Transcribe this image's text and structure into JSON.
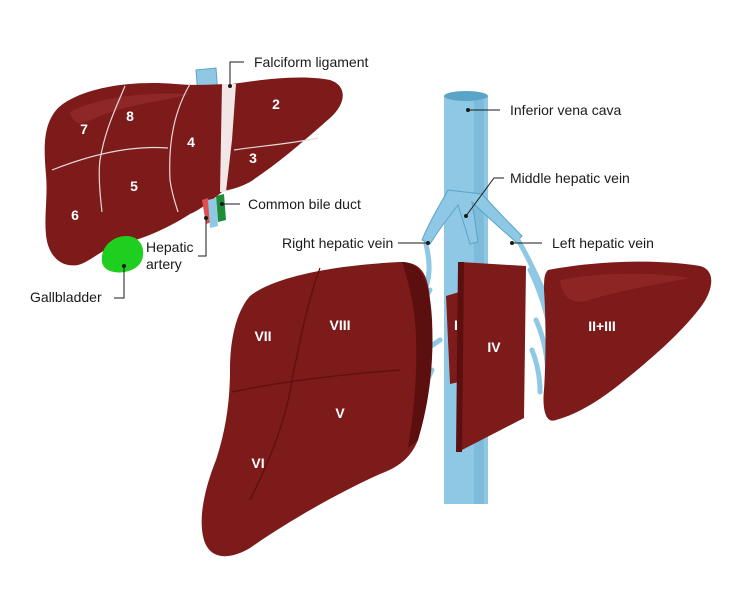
{
  "colors": {
    "liver": "#7d1a1a",
    "liver_dark": "#5c0f0f",
    "liver_light": "#9a3030",
    "vein": "#8ec8e4",
    "vein_dark": "#5aa4c8",
    "gallbladder": "#1fcf1f",
    "bile_duct": "#1e8c3a",
    "artery": "#e05050"
  },
  "labels": {
    "falciform": "Falciform ligament",
    "ivc": "Inferior vena cava",
    "middle_vein": "Middle hepatic vein",
    "right_vein": "Right hepatic vein",
    "left_vein": "Left hepatic vein",
    "bile_duct": "Common bile duct",
    "hepatic": "Hepatic",
    "artery": "artery",
    "gallbladder": "Gallbladder"
  },
  "small_segments": [
    "7",
    "8",
    "4",
    "2",
    "3",
    "5",
    "6"
  ],
  "big_segments": [
    "VII",
    "VIII",
    "V",
    "VI",
    "I",
    "IV",
    "II+III"
  ]
}
